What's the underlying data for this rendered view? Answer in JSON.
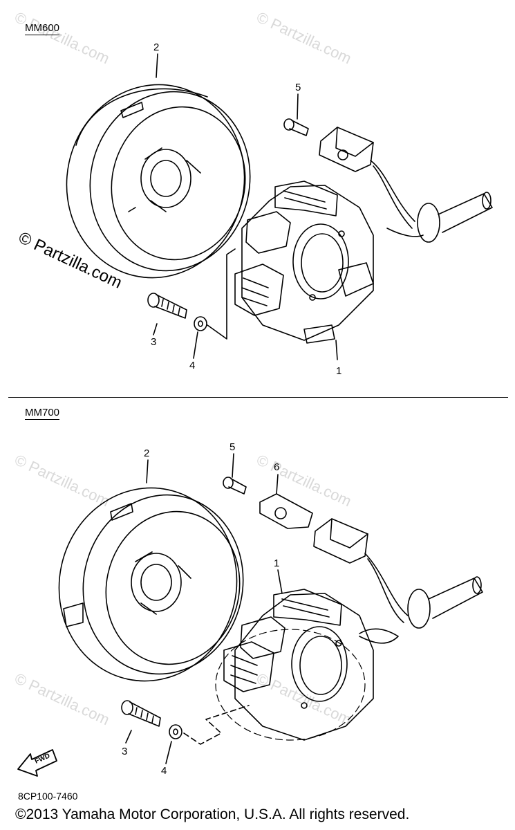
{
  "sections": [
    {
      "label": "MM600",
      "callouts": [
        "2",
        "5",
        "3",
        "4",
        "1"
      ]
    },
    {
      "label": "MM700",
      "callouts": [
        "2",
        "5",
        "6",
        "1",
        "3",
        "4"
      ]
    }
  ],
  "fwd_label": "FWD",
  "diagram_code": "8CP100-7460",
  "copyright": "©2013 Yamaha Motor Corporation, U.S.A. All rights reserved.",
  "watermark": "© Partzilla.com"
}
